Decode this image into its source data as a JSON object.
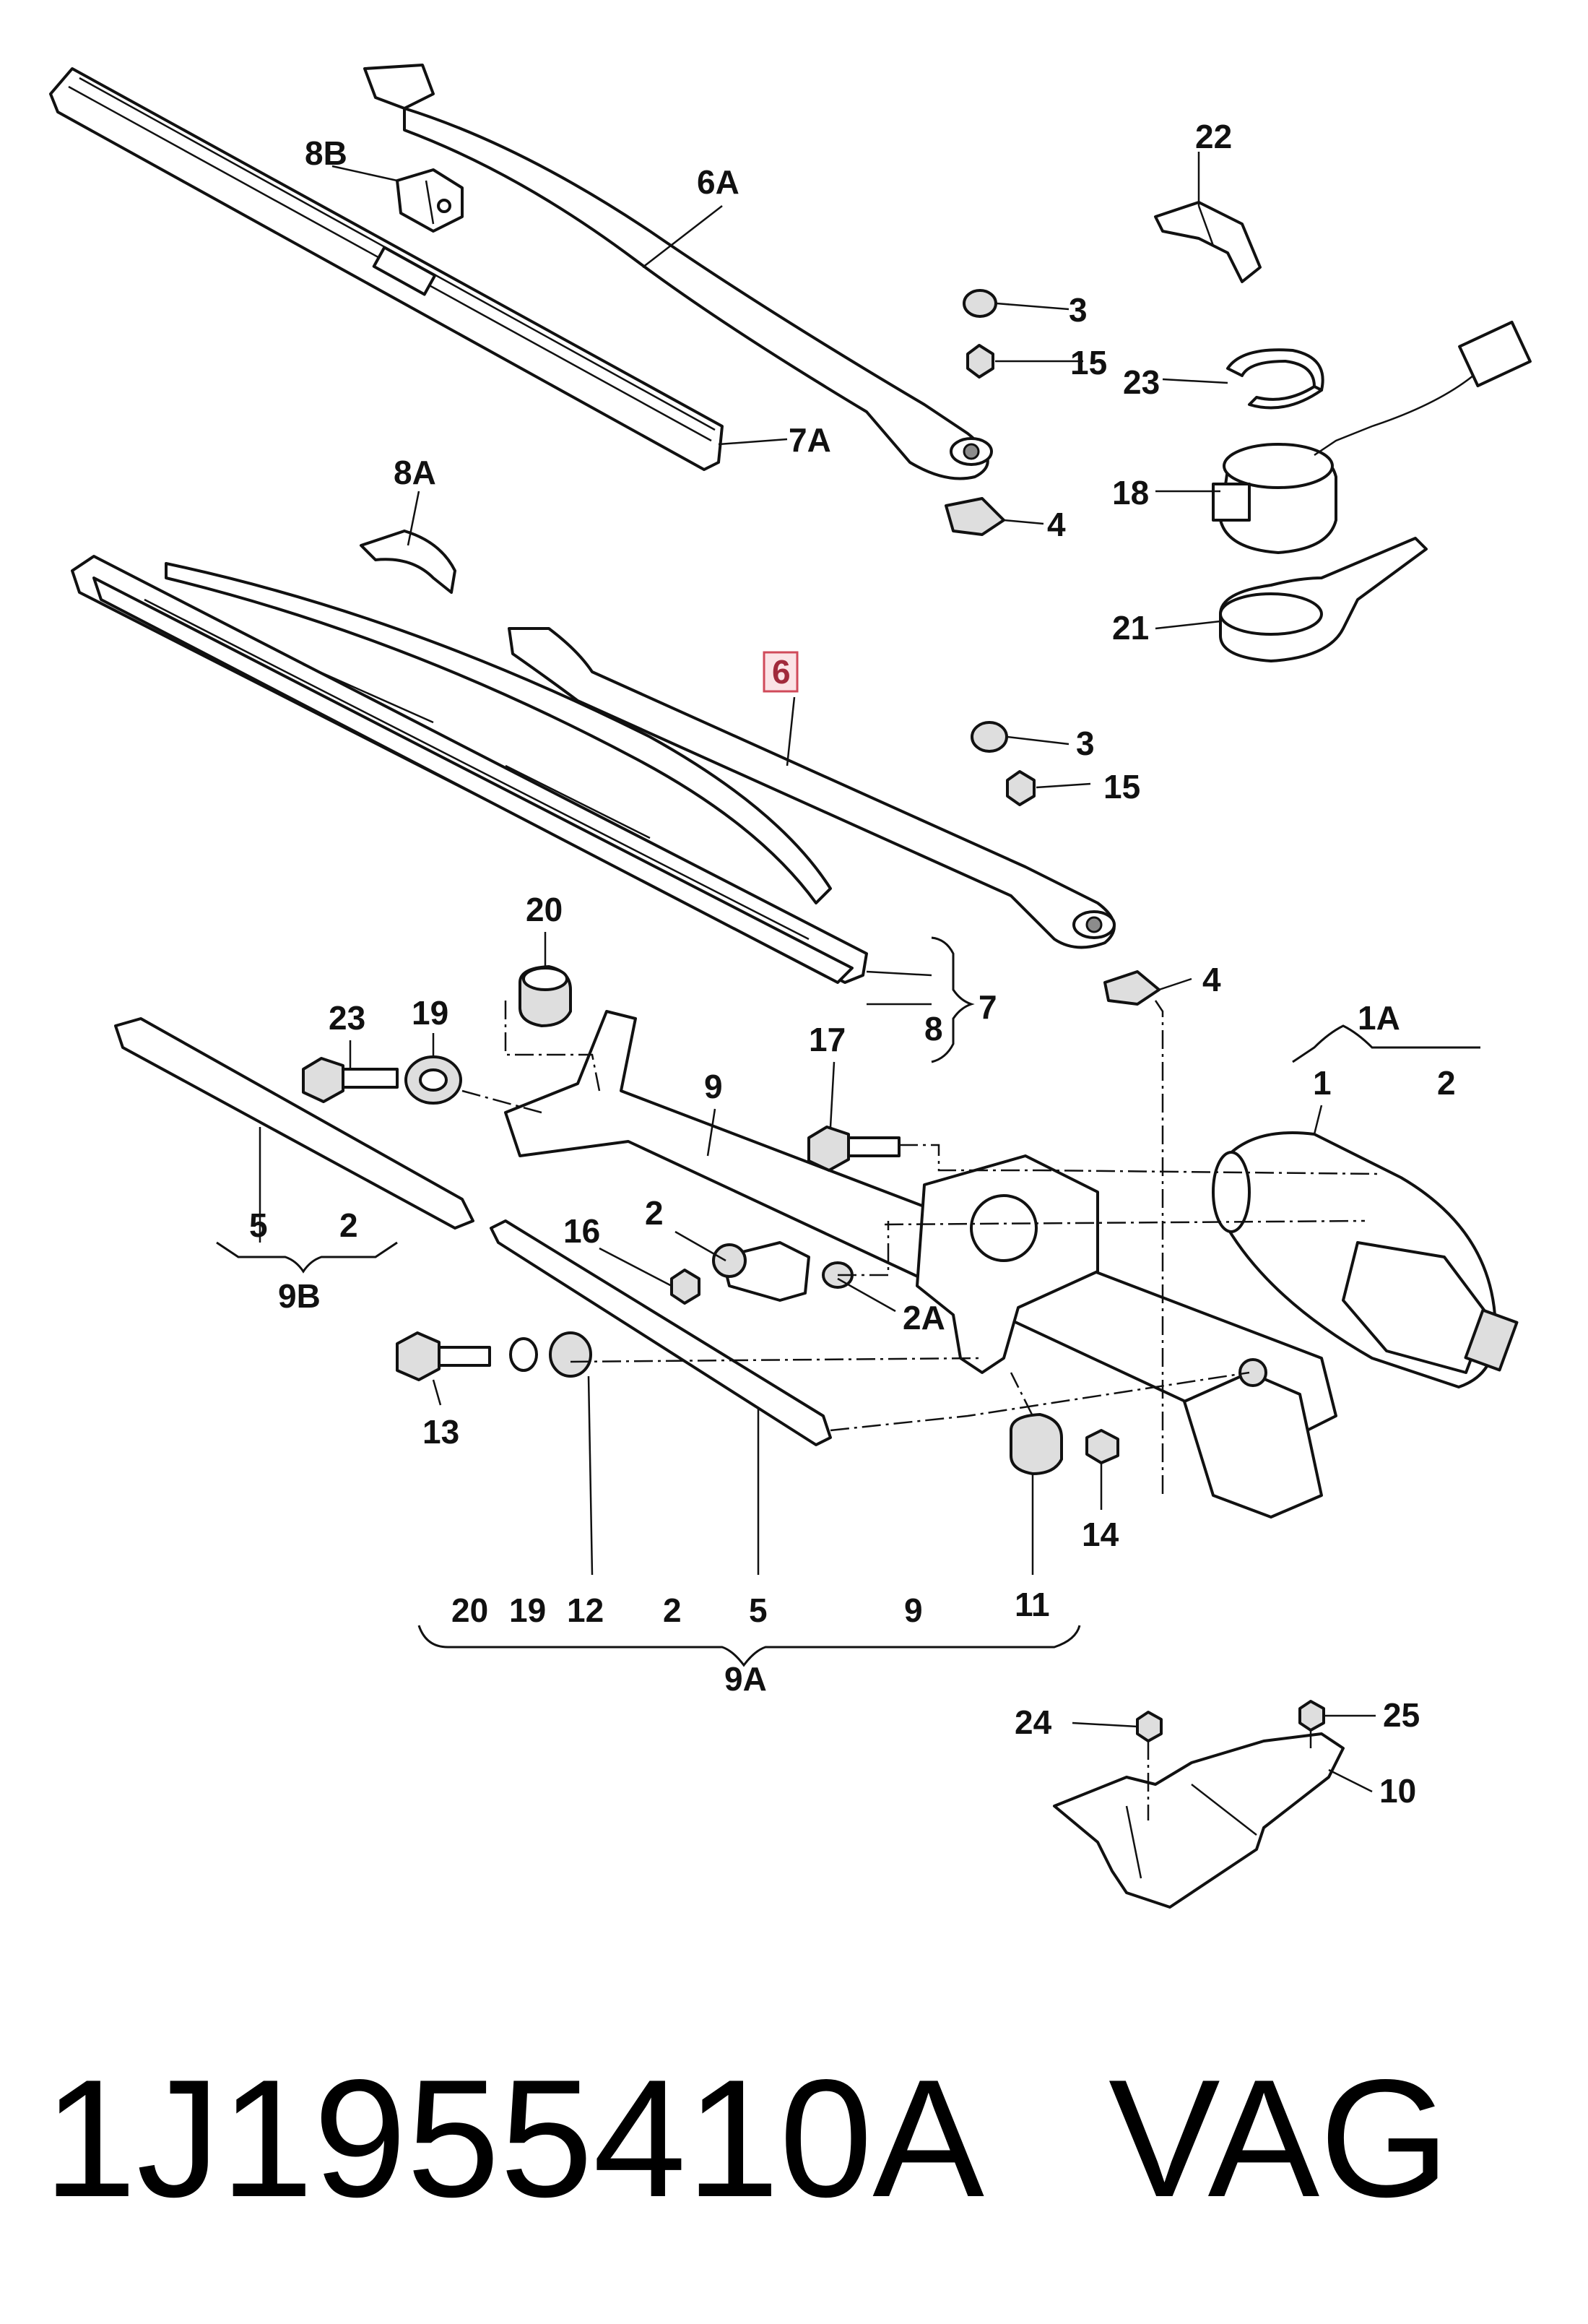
{
  "callouts": {
    "c_8b": "8B",
    "c_6a": "6A",
    "c_22": "22",
    "c_3_top": "3",
    "c_15_top": "15",
    "c_23_top": "23",
    "c_7a": "7A",
    "c_8a": "8A",
    "c_18": "18",
    "c_4_top": "4",
    "c_21": "21",
    "c_6": "6",
    "c_3_mid": "3",
    "c_15_mid": "15",
    "c_20": "20",
    "c_7": "7",
    "c_8": "8",
    "c_4_mid": "4",
    "c_23_left": "23",
    "c_19": "19",
    "c_9": "9",
    "c_17": "17",
    "c_1a": "1A",
    "c_1": "1",
    "c_2_right": "2",
    "c_16": "16",
    "c_2_mid": "2",
    "c_2a": "2A",
    "c_5_left": "5",
    "c_2_left": "2",
    "c_9b": "9B",
    "c_13": "13",
    "c_14": "14",
    "c_9a": "9A",
    "c_24": "24",
    "c_25": "25",
    "c_10": "10"
  },
  "group_9a": {
    "items": [
      "20",
      "19",
      "12",
      "2",
      "5",
      "9",
      "11"
    ]
  },
  "highlight": {
    "callout": "6",
    "color": "#d04a5a"
  },
  "footer": {
    "part_number": "1J1955410A",
    "brand": "VAG"
  }
}
